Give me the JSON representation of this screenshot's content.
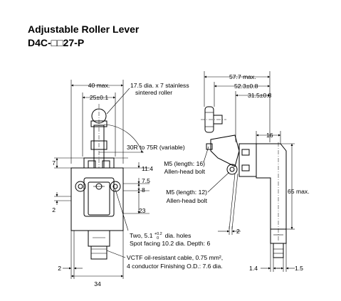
{
  "header": {
    "title": "Adjustable Roller Lever",
    "model": "D4C-□□27-P"
  },
  "front_view": {
    "width_max": "40 max.",
    "roller_pos": "25±0.1",
    "roller_note_1": "17.5 dia. x 7 stainless",
    "roller_note_2": "sintered roller",
    "radius_note": "30R to 75R (variable)",
    "dim_7": "7",
    "dim_11_4": "11.4",
    "dim_7_5": "7.5",
    "dim_8": "8",
    "dim_2": "2",
    "dim_23": "23",
    "holes_note_1a": "Two, 5.1",
    "holes_note_tol_plus": "+0.2",
    "holes_note_tol_zero": "0",
    "holes_note_1b": "dia. holes",
    "holes_note_2": "Spot facing 10.2 dia. Depth: 6",
    "cable_note_1": "VCTF oil-resistant cable, 0.75 mm²,",
    "cable_note_2": "4 conductor Finishing O.D.: 7.6 dia.",
    "dim_bottom_2": "2",
    "dim_34": "34"
  },
  "side_view": {
    "dim_57_7": "57.7 max.",
    "dim_52_3": "52.3±0.8",
    "dim_31_5": "31.5±0.8",
    "bolt1_1": "M5 (length: 16)",
    "bolt1_2": "Allen-head bolt",
    "bolt2_1": "M5 (length: 12)",
    "bolt2_2": "Allen-head bolt",
    "dim_2": "2",
    "dim_16": "16",
    "dim_65": "65 max.",
    "dim_1_4": "1.4",
    "dim_1_5": "1.5"
  }
}
